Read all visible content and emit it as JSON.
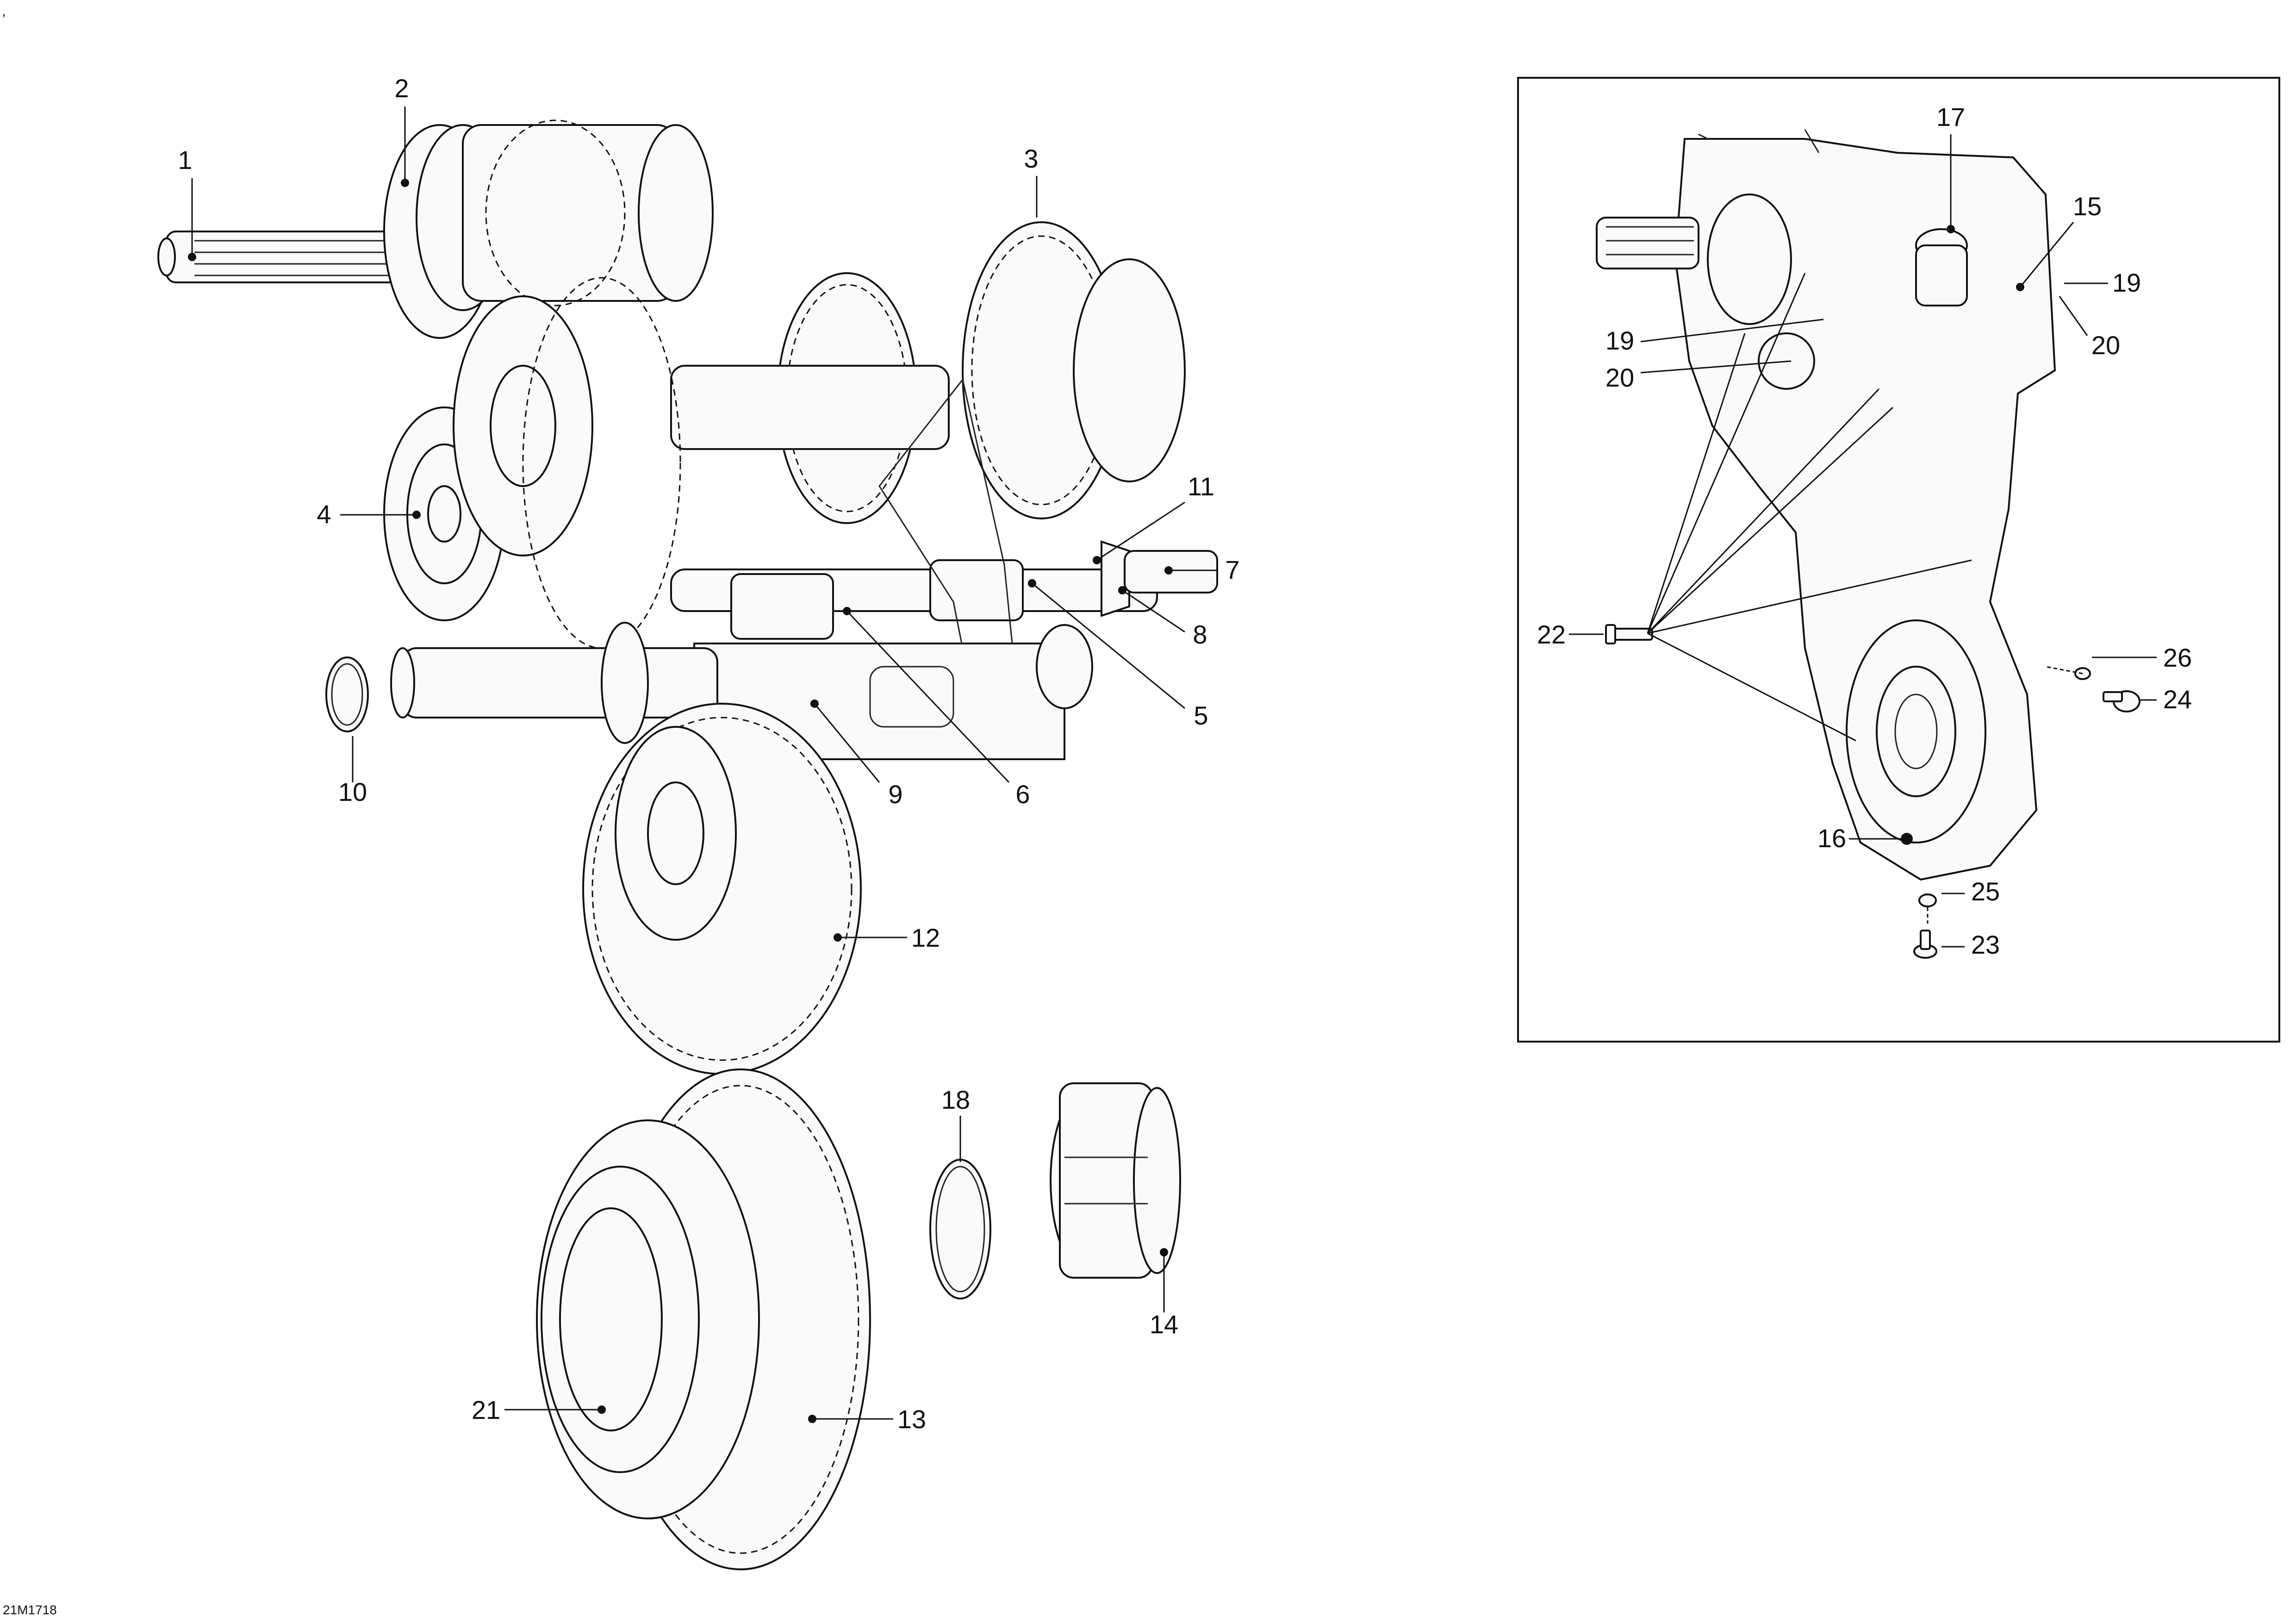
{
  "diagram": {
    "corner_mark": ",",
    "reference_code": "21M1718",
    "callouts": [
      {
        "id": "c1",
        "label": "1"
      },
      {
        "id": "c2",
        "label": "2"
      },
      {
        "id": "c3",
        "label": "3"
      },
      {
        "id": "c4",
        "label": "4"
      },
      {
        "id": "c5",
        "label": "5"
      },
      {
        "id": "c6",
        "label": "6"
      },
      {
        "id": "c7",
        "label": "7"
      },
      {
        "id": "c8",
        "label": "8"
      },
      {
        "id": "c9",
        "label": "9"
      },
      {
        "id": "c10",
        "label": "10"
      },
      {
        "id": "c11",
        "label": "11"
      },
      {
        "id": "c12",
        "label": "12"
      },
      {
        "id": "c13",
        "label": "13"
      },
      {
        "id": "c14",
        "label": "14"
      },
      {
        "id": "c18",
        "label": "18"
      },
      {
        "id": "c21",
        "label": "21"
      }
    ],
    "inset_callouts": [
      {
        "id": "c15",
        "label": "15"
      },
      {
        "id": "c16",
        "label": "16"
      },
      {
        "id": "c17",
        "label": "17"
      },
      {
        "id": "c19a",
        "label": "19"
      },
      {
        "id": "c19b",
        "label": "19"
      },
      {
        "id": "c20a",
        "label": "20"
      },
      {
        "id": "c20b",
        "label": "20"
      },
      {
        "id": "c22",
        "label": "22"
      },
      {
        "id": "c23",
        "label": "23"
      },
      {
        "id": "c24",
        "label": "24"
      },
      {
        "id": "c25",
        "label": "25"
      },
      {
        "id": "c26",
        "label": "26"
      }
    ]
  }
}
